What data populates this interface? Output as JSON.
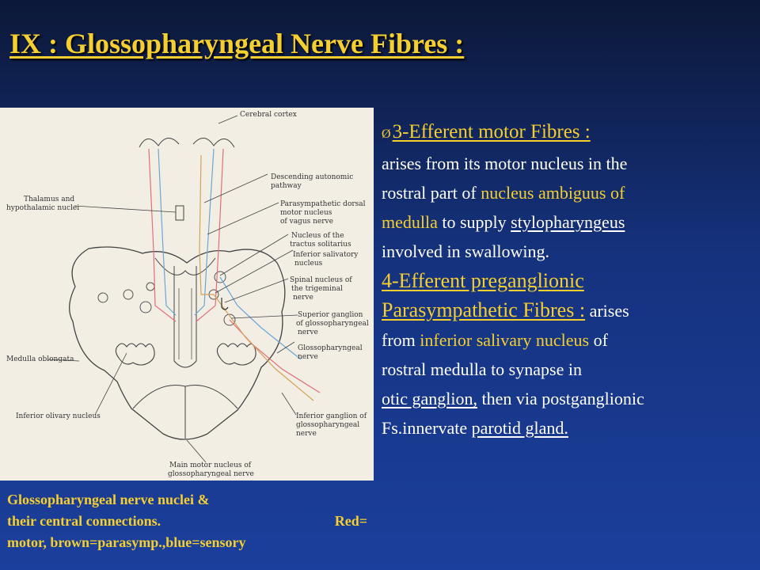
{
  "title": "IX : Glossopharyngeal Nerve Fibres :",
  "caption": {
    "line1": "Glossopharyngeal  nerve nuclei &",
    "line2a": "their  central connections.",
    "line2b": "Red=",
    "line3": "motor, brown=parasymp.,blue=sensory"
  },
  "diagram": {
    "labels": {
      "cerebral_cortex": "Cerebral cortex",
      "descending_1": "Descending autonomic",
      "descending_2": "pathway",
      "thalamus_1": "Thalamus and",
      "thalamus_2": "hypothalamic nuclei",
      "psdm_1": "Parasympathetic dorsal",
      "psdm_2": "motor nucleus",
      "psdm_3": "of vagus nerve",
      "nts_1": "Nucleus of the",
      "nts_2": "tractus solitarius",
      "isn_1": "Inferior salivatory",
      "isn_2": "nucleus",
      "spinal_1": "Spinal nucleus of",
      "spinal_2": "the trigeminal",
      "spinal_3": "nerve",
      "sup_gang_1": "Superior ganglion",
      "sup_gang_2": "of glossopharyngeal",
      "sup_gang_3": "nerve",
      "gp_nerve_1": "Glossopharyngeal",
      "gp_nerve_2": "nerve",
      "medulla": "Medulla oblongata",
      "inf_olivary": "Inferior olivary nucleus",
      "inf_gang_1": "Inferior ganglion of",
      "inf_gang_2": "glossopharyngeal",
      "inf_gang_3": "nerve",
      "main_motor_1": "Main motor nucleus of",
      "main_motor_2": "glossopharyngeal nerve"
    }
  },
  "body": {
    "bullet": "Ø",
    "h3": "3-Efferent motor Fibres :",
    "l1": "arises  from its motor nucleus in the",
    "l2a": "rostral part of  ",
    "l2b": "nucleus ambiguus of",
    "l3a": "medulla",
    "l3b": " to supply ",
    "l3c": "stylopharyngeus",
    "l4": "involved in swallowing.",
    "h4a": "4-Efferent preganglionic",
    "h4b": "Parasympathetic Fibres :",
    "l5a": " arises",
    "l6a": "from ",
    "l6b": "inferior salivary nucleus",
    "l6c": " of",
    "l7": "rostral medulla to synapse in",
    "l8a": "otic ganglion,",
    "l8b": " then via postganglionic",
    "l9a": "Fs.innervate ",
    "l9b": "parotid gland."
  }
}
